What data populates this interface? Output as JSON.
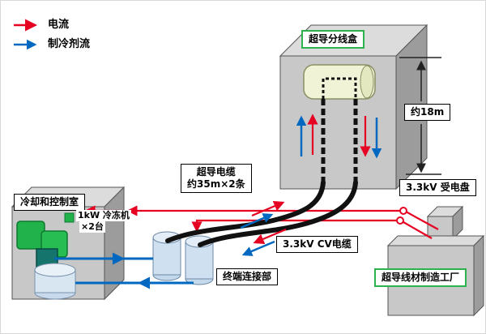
{
  "legend": {
    "current_label": "电流",
    "refrigerant_label": "制冷剂流"
  },
  "junction_box": {
    "label": "超导分线盒"
  },
  "dimension": {
    "label": "约18m"
  },
  "power_panel": {
    "label": "3.3kV 受电盘"
  },
  "sc_cable": {
    "line1": "超导电缆",
    "line2": "约35m×2条"
  },
  "cooling_room": {
    "label": "冷却和控制室",
    "refrigerator_line1": "1kW 冷冻机",
    "refrigerator_line2": "×2台"
  },
  "terminal": {
    "label": "终端连接部"
  },
  "cv_cable": {
    "label": "3.3kV  CV电缆"
  },
  "factory": {
    "label": "超导线材制造工厂"
  },
  "colors": {
    "current_red": "#e60021",
    "refrigerant_blue": "#0068c0",
    "highlight_green": "#2eb24e",
    "cable_black": "#111111",
    "box_gray_front": "#c8c8c8",
    "box_gray_top": "#dcdcdc",
    "box_gray_side": "#9c9c9c",
    "tank_fill": "#f0f3d6",
    "terminal_fill": "#cfe0f0"
  }
}
